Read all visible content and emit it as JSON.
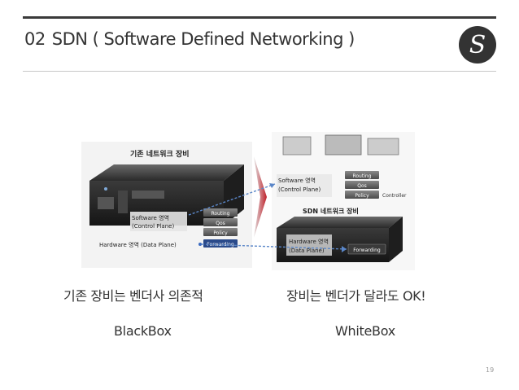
{
  "header": {
    "number": "02",
    "title": "SDN ( Software Defined Networking )"
  },
  "logo": {
    "letter": "S",
    "icon": "s-logo-icon",
    "color": "#333333"
  },
  "figure": {
    "legacy_title": "기존 네트워크 장비",
    "sdn_title": "SDN 네트워크 장비",
    "software_area": "Software 영역",
    "control_plane": "(Control Plane)",
    "hardware_area": "Hardware 영역 (Data Plane)",
    "hardware_area_short": "Hardware 영역",
    "data_plane": "(Data Plane)",
    "routing": "Routing",
    "qos": "Qos",
    "policy": "Policy",
    "forwarding": "Forwarding",
    "controller": "Controller",
    "arrow_color": "#5a86c8",
    "chevron_color": "#c0202a"
  },
  "captions": {
    "left": "기존 장비는 벤더사 의존적",
    "right": "장비는 벤더가 달라도 OK!"
  },
  "labels": {
    "left": "BlackBox",
    "right": "WhiteBox"
  },
  "page_number": "19"
}
